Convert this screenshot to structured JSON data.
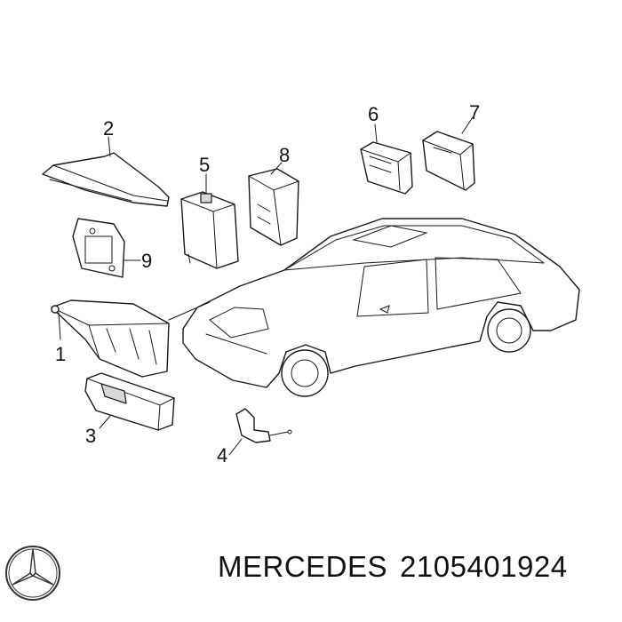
{
  "callouts": [
    "1",
    "2",
    "3",
    "4",
    "5",
    "6",
    "7",
    "8",
    "9"
  ],
  "caption": {
    "brand": "MERCEDES",
    "part_number": "2105401924"
  },
  "logo_icon": "mercedes-star-icon"
}
